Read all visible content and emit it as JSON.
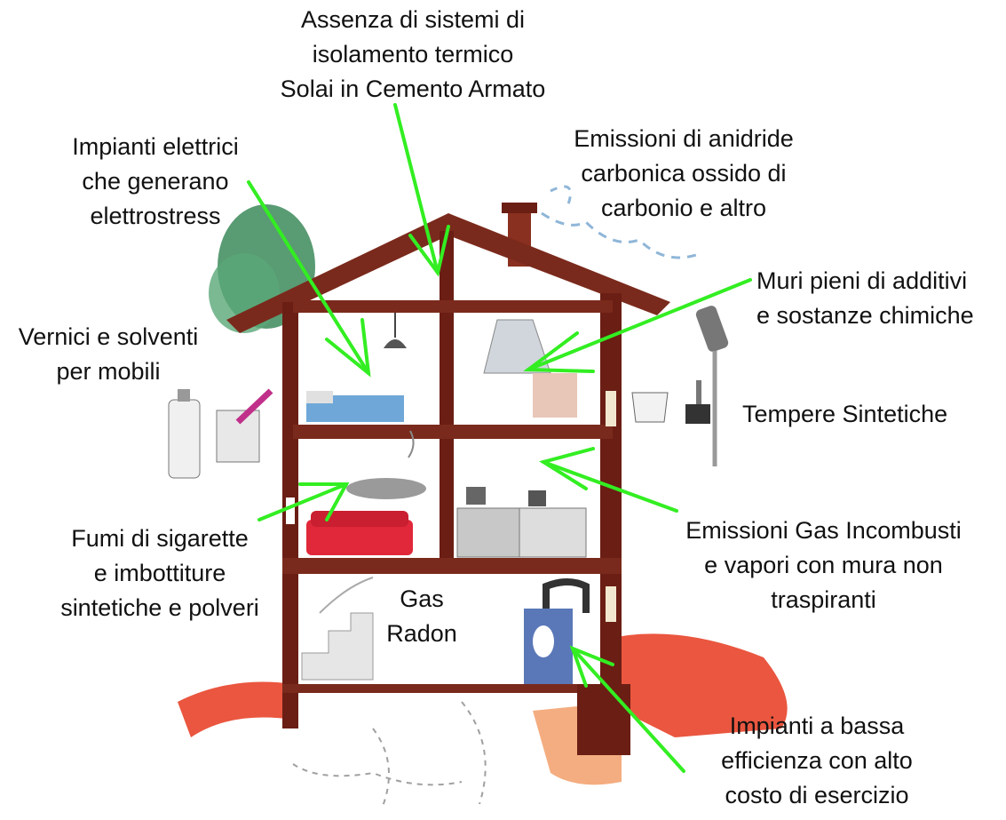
{
  "labels": {
    "isolamento": [
      "Assenza di sistemi di",
      "isolamento termico",
      "Solai in Cemento Armato"
    ],
    "impianti_elettrici": [
      "Impianti elettrici",
      "che generano",
      "elettrostress"
    ],
    "emissioni_co2": [
      "Emissioni di anidride",
      "carbonica ossido di",
      "carbonio e altro"
    ],
    "muri": [
      "Muri pieni di additivi",
      "e sostanze chimiche"
    ],
    "vernici": [
      "Vernici e solventi",
      "per mobili"
    ],
    "tempere": [
      "Tempere Sintetiche"
    ],
    "fumi": [
      "Fumi di sigarette",
      "e imbottiture",
      "sintetiche e polveri"
    ],
    "gas_radon": [
      "Gas",
      "Radon"
    ],
    "emissioni_gas": [
      "Emissioni Gas Incombusti",
      "e vapori con mura non",
      "traspiranti"
    ],
    "impianti_bassa": [
      "Impianti a bassa",
      "efficienza con alto",
      "costo di esercizio"
    ]
  },
  "colors": {
    "arrow": "#33ee22",
    "roof": "#7a2a1c",
    "wall": "#6b1e14",
    "soil": "#e8442a",
    "tree": "#3c8a5a",
    "sofa": "#e0283a",
    "smoke": "#8fb6d8"
  },
  "icons": [
    "house-cross-section-illustration",
    "tree-illustration",
    "chimney-smoke-illustration",
    "paint-can-icon",
    "spray-can-icon",
    "paint-bucket-icon",
    "brush-icon",
    "paint-roller-icon",
    "sofa-icon",
    "stove-icon",
    "boiler-icon",
    "lamp-icon",
    "bed-icon",
    "stairs-icon"
  ]
}
